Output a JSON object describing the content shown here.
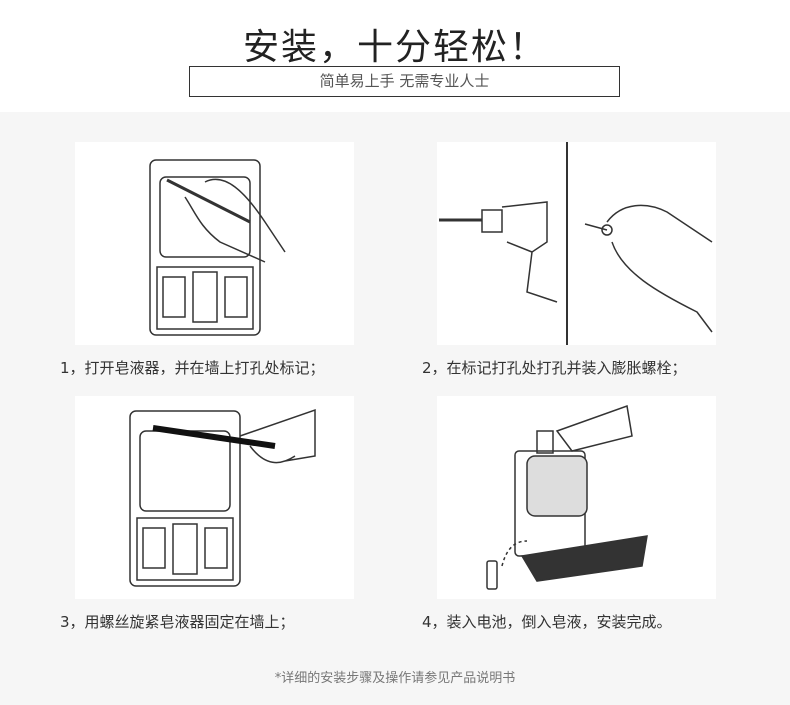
{
  "header": {
    "title": "安装，十分轻松！",
    "subtitle": "简单易上手 无需专业人士"
  },
  "steps": [
    {
      "caption": "1，打开皂液器，并在墙上打孔处标记；"
    },
    {
      "caption": "2，在标记打孔处打孔并装入膨胀螺栓；"
    },
    {
      "caption": "3，用螺丝旋紧皂液器固定在墙上；"
    },
    {
      "caption": "4，装入电池，倒入皂液，安装完成。"
    }
  ],
  "footer": {
    "note": "*详细的安装步骤及操作请参见产品说明书"
  }
}
